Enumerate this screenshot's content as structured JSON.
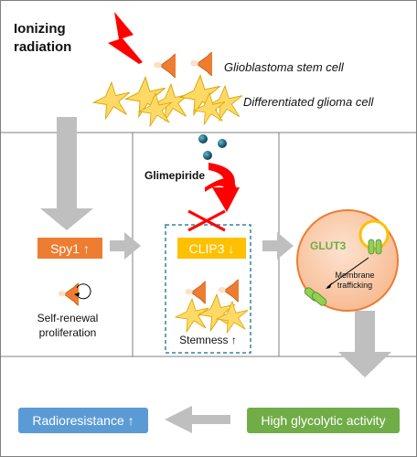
{
  "top": {
    "stimulus": "Ionizing radiation",
    "stem_cell_label": "Glioblastoma stem cell",
    "diff_cell_label": "Differentiated glioma cell"
  },
  "panel1": {
    "tag": "Spy1 ↑",
    "caption": "Self-renewal proliferation"
  },
  "panel2": {
    "drug": "Glimepiride",
    "tag": "CLIP3 ↓",
    "caption": "Stemness ↑"
  },
  "panel3": {
    "transporter": "GLUT3",
    "trafficking_label": "Membrane trafficking"
  },
  "bottom": {
    "glycolysis": "High glycolytic activity",
    "radioresistance": "Radioresistance ↑"
  },
  "colors": {
    "orange": "#ED7D31",
    "gold": "#FFC000",
    "green": "#70AD47",
    "blue": "#5B9BD5",
    "red": "#FF0000",
    "teal_dash": "#31859C",
    "cell_fill": "#F8CBAD",
    "cell_stroke": "#ED7D31",
    "yellow_cell": "#FFD966",
    "gray_arrow": "#BFBFBF"
  }
}
